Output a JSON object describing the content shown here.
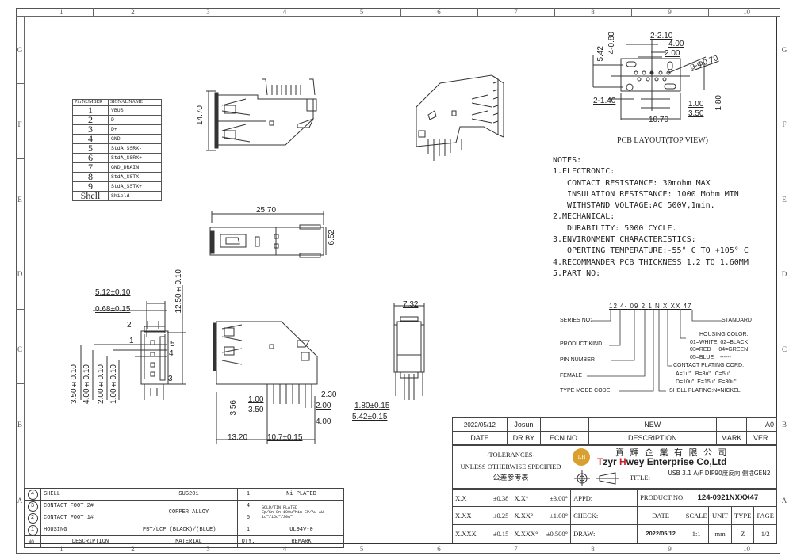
{
  "zones": {
    "columns": [
      "1",
      "2",
      "3",
      "4",
      "5",
      "6",
      "7",
      "8",
      "9",
      "10"
    ],
    "rows": [
      "G",
      "F",
      "E",
      "D",
      "C",
      "B",
      "A"
    ]
  },
  "pin_table": {
    "headers": [
      "Pin NUMBER",
      "SIGNAL NAME"
    ],
    "rows": [
      {
        "pin": "1",
        "signal": "VBUS"
      },
      {
        "pin": "2",
        "signal": "D-"
      },
      {
        "pin": "3",
        "signal": "D+"
      },
      {
        "pin": "4",
        "signal": "GND"
      },
      {
        "pin": "5",
        "signal": "StdA_SSRX-"
      },
      {
        "pin": "6",
        "signal": "StdA_SSRX+"
      },
      {
        "pin": "7",
        "signal": "GND_DRAIN"
      },
      {
        "pin": "8",
        "signal": "StdA_SSTX-"
      },
      {
        "pin": "9",
        "signal": "StdA_SSTX+"
      },
      {
        "pin": "Shell",
        "signal": "Shield"
      }
    ]
  },
  "side_view_top": {
    "height_dim": "14.70"
  },
  "top_view": {
    "length_dim": "25.70",
    "width_dim": "6.52"
  },
  "front_view": {
    "dims": {
      "width": "5.12±0.10",
      "tongue": "0.68±0.15",
      "height": "12.50±0.10",
      "d1": "3.50±0.10",
      "d2": "4.00±0.10",
      "d3": "2.00±0.10",
      "d4": "1.00±0.10"
    },
    "callouts": [
      "1",
      "2",
      "3",
      "4",
      "5"
    ]
  },
  "side_view_bottom": {
    "dims": {
      "h": "3.56",
      "a": "1.00",
      "b": "3.50",
      "c": "2.30",
      "d": "2.00",
      "e": "4.00",
      "f": "13.20",
      "g": "10.7±0.15"
    }
  },
  "end_view": {
    "dims": {
      "width": "7.32",
      "pitch": "1.80±0.15",
      "span": "5.42±0.15"
    }
  },
  "pcb_layout": {
    "title": "PCB LAYOUT(TOP VIEW)",
    "dims": {
      "slot": "2-2.10",
      "w1": "4.00",
      "w2": "2.00",
      "holes": "9-Φ0.70",
      "h1": "5.42",
      "h2": "4-0.80",
      "post": "2-1.40",
      "p1": "1.00",
      "p2": "3.50",
      "total": "10.70",
      "v": "1.80"
    }
  },
  "notes": {
    "lines": [
      "NOTES:",
      "1.ELECTRONIC:",
      "   CONTACT RESISTANCE: 30mohm MAX",
      "   INSULATION RESISTANCE: 1000 Mohm MIN",
      "   WITHSTAND VOLTAGE:AC 500V,1min.",
      "2.MECHANICAL:",
      "   DURABILITY: 5000 CYCLE.",
      "3.ENVIRONMENT CHARACTERISTICS:",
      "   OPERTING TEMPERATURE:-55° C TO +105° C",
      "4.RECOMMANDER PCB THICKNESS 1.2 TO 1.60MM",
      "5.PART NO:"
    ]
  },
  "part_number_breakdown": {
    "code_segments": [
      "12",
      "4-",
      "09",
      "2",
      "1",
      "N",
      "X",
      "XX",
      "47"
    ],
    "labels": {
      "series": "SERIES NO:",
      "kind": "PRODUCT KIND",
      "pins": "PIN NUMBER",
      "female": "FEMALE",
      "type": "TYPE MODE CODE",
      "standard": "STANDARD",
      "housing": "HOUSING COLOR:",
      "housing_opts1": "01=WHITE  02=BLACK",
      "housing_opts2": "03=RED     04=GREEN",
      "housing_opts3": "05=BLUE    ------",
      "plating": "CONTACT PLATING CORD:",
      "plating_opts1": "A=1u\"   B=3u\"   C=5u\"",
      "plating_opts2": "D=10u\"  E=15u\"  F=30u\"",
      "shell": "SHELL PLATING:N=NICKEL"
    }
  },
  "revision": {
    "date": "2022/05/12",
    "drawn_by": "Josun",
    "ecn": "",
    "description": "NEW",
    "mark": "",
    "version": "A0",
    "headers": {
      "date": "DATE",
      "dr_by": "DR.BY",
      "ecn": "ECN.NO.",
      "description": "DESCRIPTION",
      "mark": "MARK",
      "ver": "VER."
    }
  },
  "tolerances": {
    "title": "-TOLERANCES-",
    "subtitle": "UNLESS OTHERWISE SPECIFIED",
    "chinese": "公差参考表",
    "rows": [
      {
        "lin": "X.X",
        "lin_tol": "±0.38",
        "ang": "X.X°",
        "ang_tol": "±3.00°",
        "sign": "APPD:"
      },
      {
        "lin": "X.XX",
        "lin_tol": "±0.25",
        "ang": "X.XX°",
        "ang_tol": "±1.00°",
        "sign": "CHECK:"
      },
      {
        "lin": "X.XXX",
        "lin_tol": "±0.15",
        "ang": "X.XXX°",
        "ang_tol": "±0.500°",
        "sign": "DRAW:"
      }
    ]
  },
  "company": {
    "logo_text": "T.H",
    "chinese": "資 輝 企 業 有 限 公 司",
    "name_prefix_t": "T",
    "name_mid1": "zyr ",
    "name_prefix_h": "H",
    "name_rest": "wey Enterprise Co,Ltd",
    "brand_color": "#c8202a",
    "logo_color": "#d9a030"
  },
  "title_block": {
    "title_label": "TITLE:",
    "title_value": "USB 3.1 A/F DIP90度反向 側插GEN2",
    "product_label": "PRODUCT NO:",
    "product_no": "124-0921NXXX47",
    "headers": [
      "DATE",
      "SCALE",
      "UNIT",
      "TYPE",
      "PAGE"
    ],
    "values": [
      "2022/05/12",
      "1:1",
      "mm",
      "Z",
      "1/2"
    ]
  },
  "bom": {
    "headers": {
      "no": "NO.",
      "desc": "DESCRIPTION",
      "material": "MATERIAL",
      "qty": "QTY.",
      "remark": "REMARK"
    },
    "rows": [
      {
        "no": "4",
        "desc": "SHELL",
        "material": "SUS201",
        "qty": "1",
        "remark": "Ni PLATED"
      },
      {
        "no": "3",
        "desc": "CONTACT FOOT 2#",
        "material": "COPPER ALLOY",
        "qty": "4",
        "remark": "GOLD/TIN PLATED"
      },
      {
        "no": "2",
        "desc": "CONTACT FOOT 1#",
        "material": "",
        "qty": "5",
        "remark": "Ep/Sn Sn 100u\"Min  EP/Au AU 1u\"/15u\"/30u\""
      },
      {
        "no": "1",
        "desc": "HOUSING",
        "material": "PBT/LCP (BLACK)/(BLUE)",
        "qty": "1",
        "remark": "UL94V-0"
      }
    ]
  }
}
